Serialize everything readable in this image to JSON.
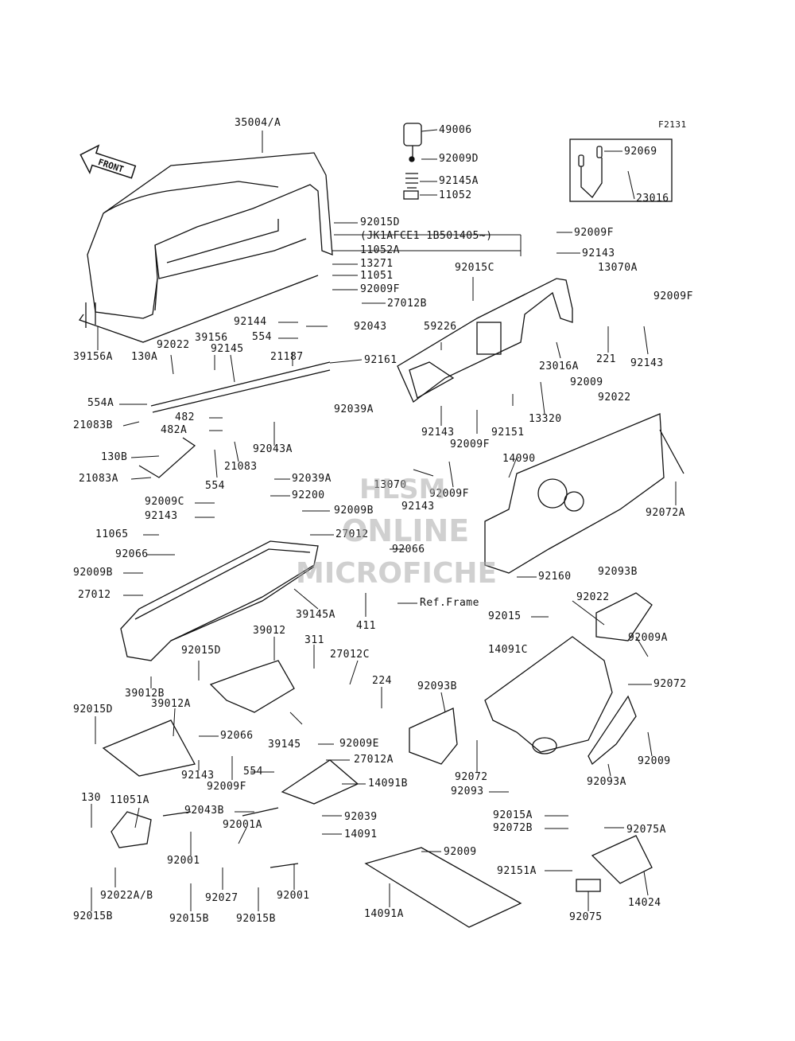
{
  "figure_code": "F2131",
  "front_label": "FRONT",
  "watermark": {
    "line1": "HLSM",
    "line2": "ONLINE",
    "line3": "MICROFICHE"
  },
  "labels": {
    "35004A": "35004/A",
    "49006": "49006",
    "92009D": "92009D",
    "92145A": "92145A",
    "11052": "11052",
    "92069": "92069",
    "23016": "23016",
    "92015D_top": "92015D",
    "jk_note": "(JK1AFCE1 1B501405~)",
    "11052A": "11052A",
    "13271": "13271",
    "11051": "11051",
    "92009F_a": "92009F",
    "27012B": "27012B",
    "92009F_b": "92009F",
    "92143_a": "92143",
    "92015C": "92015C",
    "13070A": "13070A",
    "92009F_c": "92009F",
    "92144": "92144",
    "92043": "92043",
    "554_a": "554",
    "59226": "59226",
    "221": "221",
    "92143_b": "92143",
    "39156A": "39156A",
    "130A": "130A",
    "92022_a": "92022",
    "39156": "39156",
    "92145": "92145",
    "21187": "21187",
    "92161": "92161",
    "23016A": "23016A",
    "554A": "554A",
    "92009_a": "92009",
    "92022_b": "92022",
    "21083B": "21083B",
    "482": "482",
    "482A": "482A",
    "92043A": "92043A",
    "92039A_a": "92039A",
    "92143_c": "92143",
    "92009F_d": "92009F",
    "92151": "92151",
    "13320": "13320",
    "130B": "130B",
    "21083": "21083",
    "14090": "14090",
    "21083A": "21083A",
    "554_b": "554",
    "92039A_b": "92039A",
    "13070": "13070",
    "92009F_e": "92009F",
    "92072A": "92072A",
    "92009C": "92009C",
    "92200": "92200",
    "92009B_a": "92009B",
    "92143_d": "92143",
    "92143_e": "92143",
    "11065": "11065",
    "27012": "27012",
    "92066_a": "92066",
    "92066_b": "92066",
    "92009B_b": "92009B",
    "92160": "92160",
    "92093B_a": "92093B",
    "27012_b": "27012",
    "ref_frame": "Ref.Frame",
    "92022_c": "92022",
    "411": "411",
    "39145A": "39145A",
    "92015": "92015",
    "92009A": "92009A",
    "39012": "39012",
    "311": "311",
    "27012C": "27012C",
    "92015D_b": "92015D",
    "14091C": "14091C",
    "224": "224",
    "92072": "92072",
    "39012B": "39012B",
    "92093B_b": "92093B",
    "92015D_c": "92015D",
    "39012A": "39012A",
    "92066_c": "92066",
    "39145": "39145",
    "92009E": "92009E",
    "27012A": "27012A",
    "92009_b": "92009",
    "92093A": "92093A",
    "554_c": "554",
    "92143_f": "92143",
    "92009F_f": "92009F",
    "14091B": "14091B",
    "92072_b": "92072",
    "92093": "92093",
    "130": "130",
    "11051A": "11051A",
    "92043B": "92043B",
    "92001A": "92001A",
    "92039": "92039",
    "92015A": "92015A",
    "92072B": "92072B",
    "92075A": "92075A",
    "14091": "14091",
    "92001_a": "92001",
    "92009_c": "92009",
    "92151A": "92151A",
    "92022AB": "92022A/B",
    "92027": "92027",
    "92001_b": "92001",
    "14024": "14024",
    "14091A": "14091A",
    "92015B_a": "92015B",
    "92015B_b": "92015B",
    "92015B_c": "92015B",
    "92075": "92075"
  },
  "colors": {
    "line": "#111111",
    "paper": "#ffffff",
    "watermark": "#aaaaaa"
  }
}
